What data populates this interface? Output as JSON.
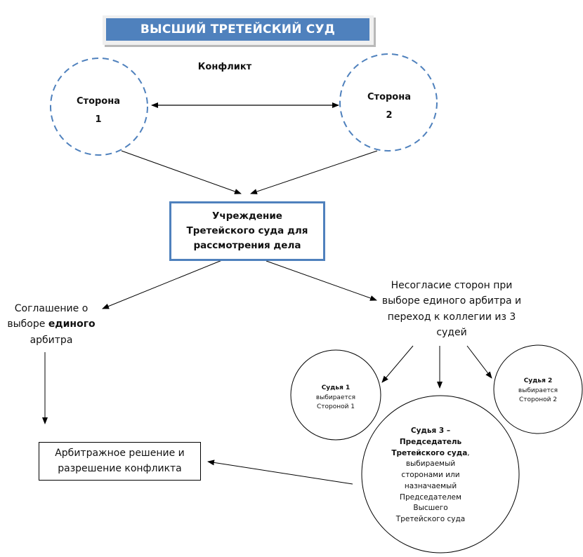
{
  "title": "ВЫСШИЙ ТРЕТЕЙСКИЙ СУД",
  "colors": {
    "accent": "#4f81bd",
    "title_text": "#ffffff",
    "lines": "#000000"
  },
  "conflict_label": "Конфликт",
  "parties": [
    {
      "name": "Сторона",
      "number": "1"
    },
    {
      "name": "Сторона",
      "number": "2"
    }
  ],
  "institution": {
    "line1": "Учреждение",
    "line2": "Третейского суда для",
    "line3": "рассмотрения дела"
  },
  "agreement": {
    "pre": "Соглашение о выборе ",
    "bold": "единого",
    "post": " арбитра"
  },
  "disagreement": "Несогласие сторон при выборе единого арбитра и переход к коллегии из 3 судей",
  "judges": [
    {
      "title": "Судья 1",
      "desc": "выбирается Стороной 1"
    },
    {
      "title": "Судья 2",
      "desc": "выбирается Стороной 2"
    },
    {
      "title": "Судья 3 – Председатель Третейского суда",
      "suffix": ",",
      "desc": "выбираемый сторонами или назначаемый Председателем Высшего Третейского суда"
    }
  ],
  "result": "Арбитражное решение и разрешение конфликта",
  "icons": {
    "arrow": "arrow-icon",
    "double_arrow": "double-arrow-icon"
  }
}
